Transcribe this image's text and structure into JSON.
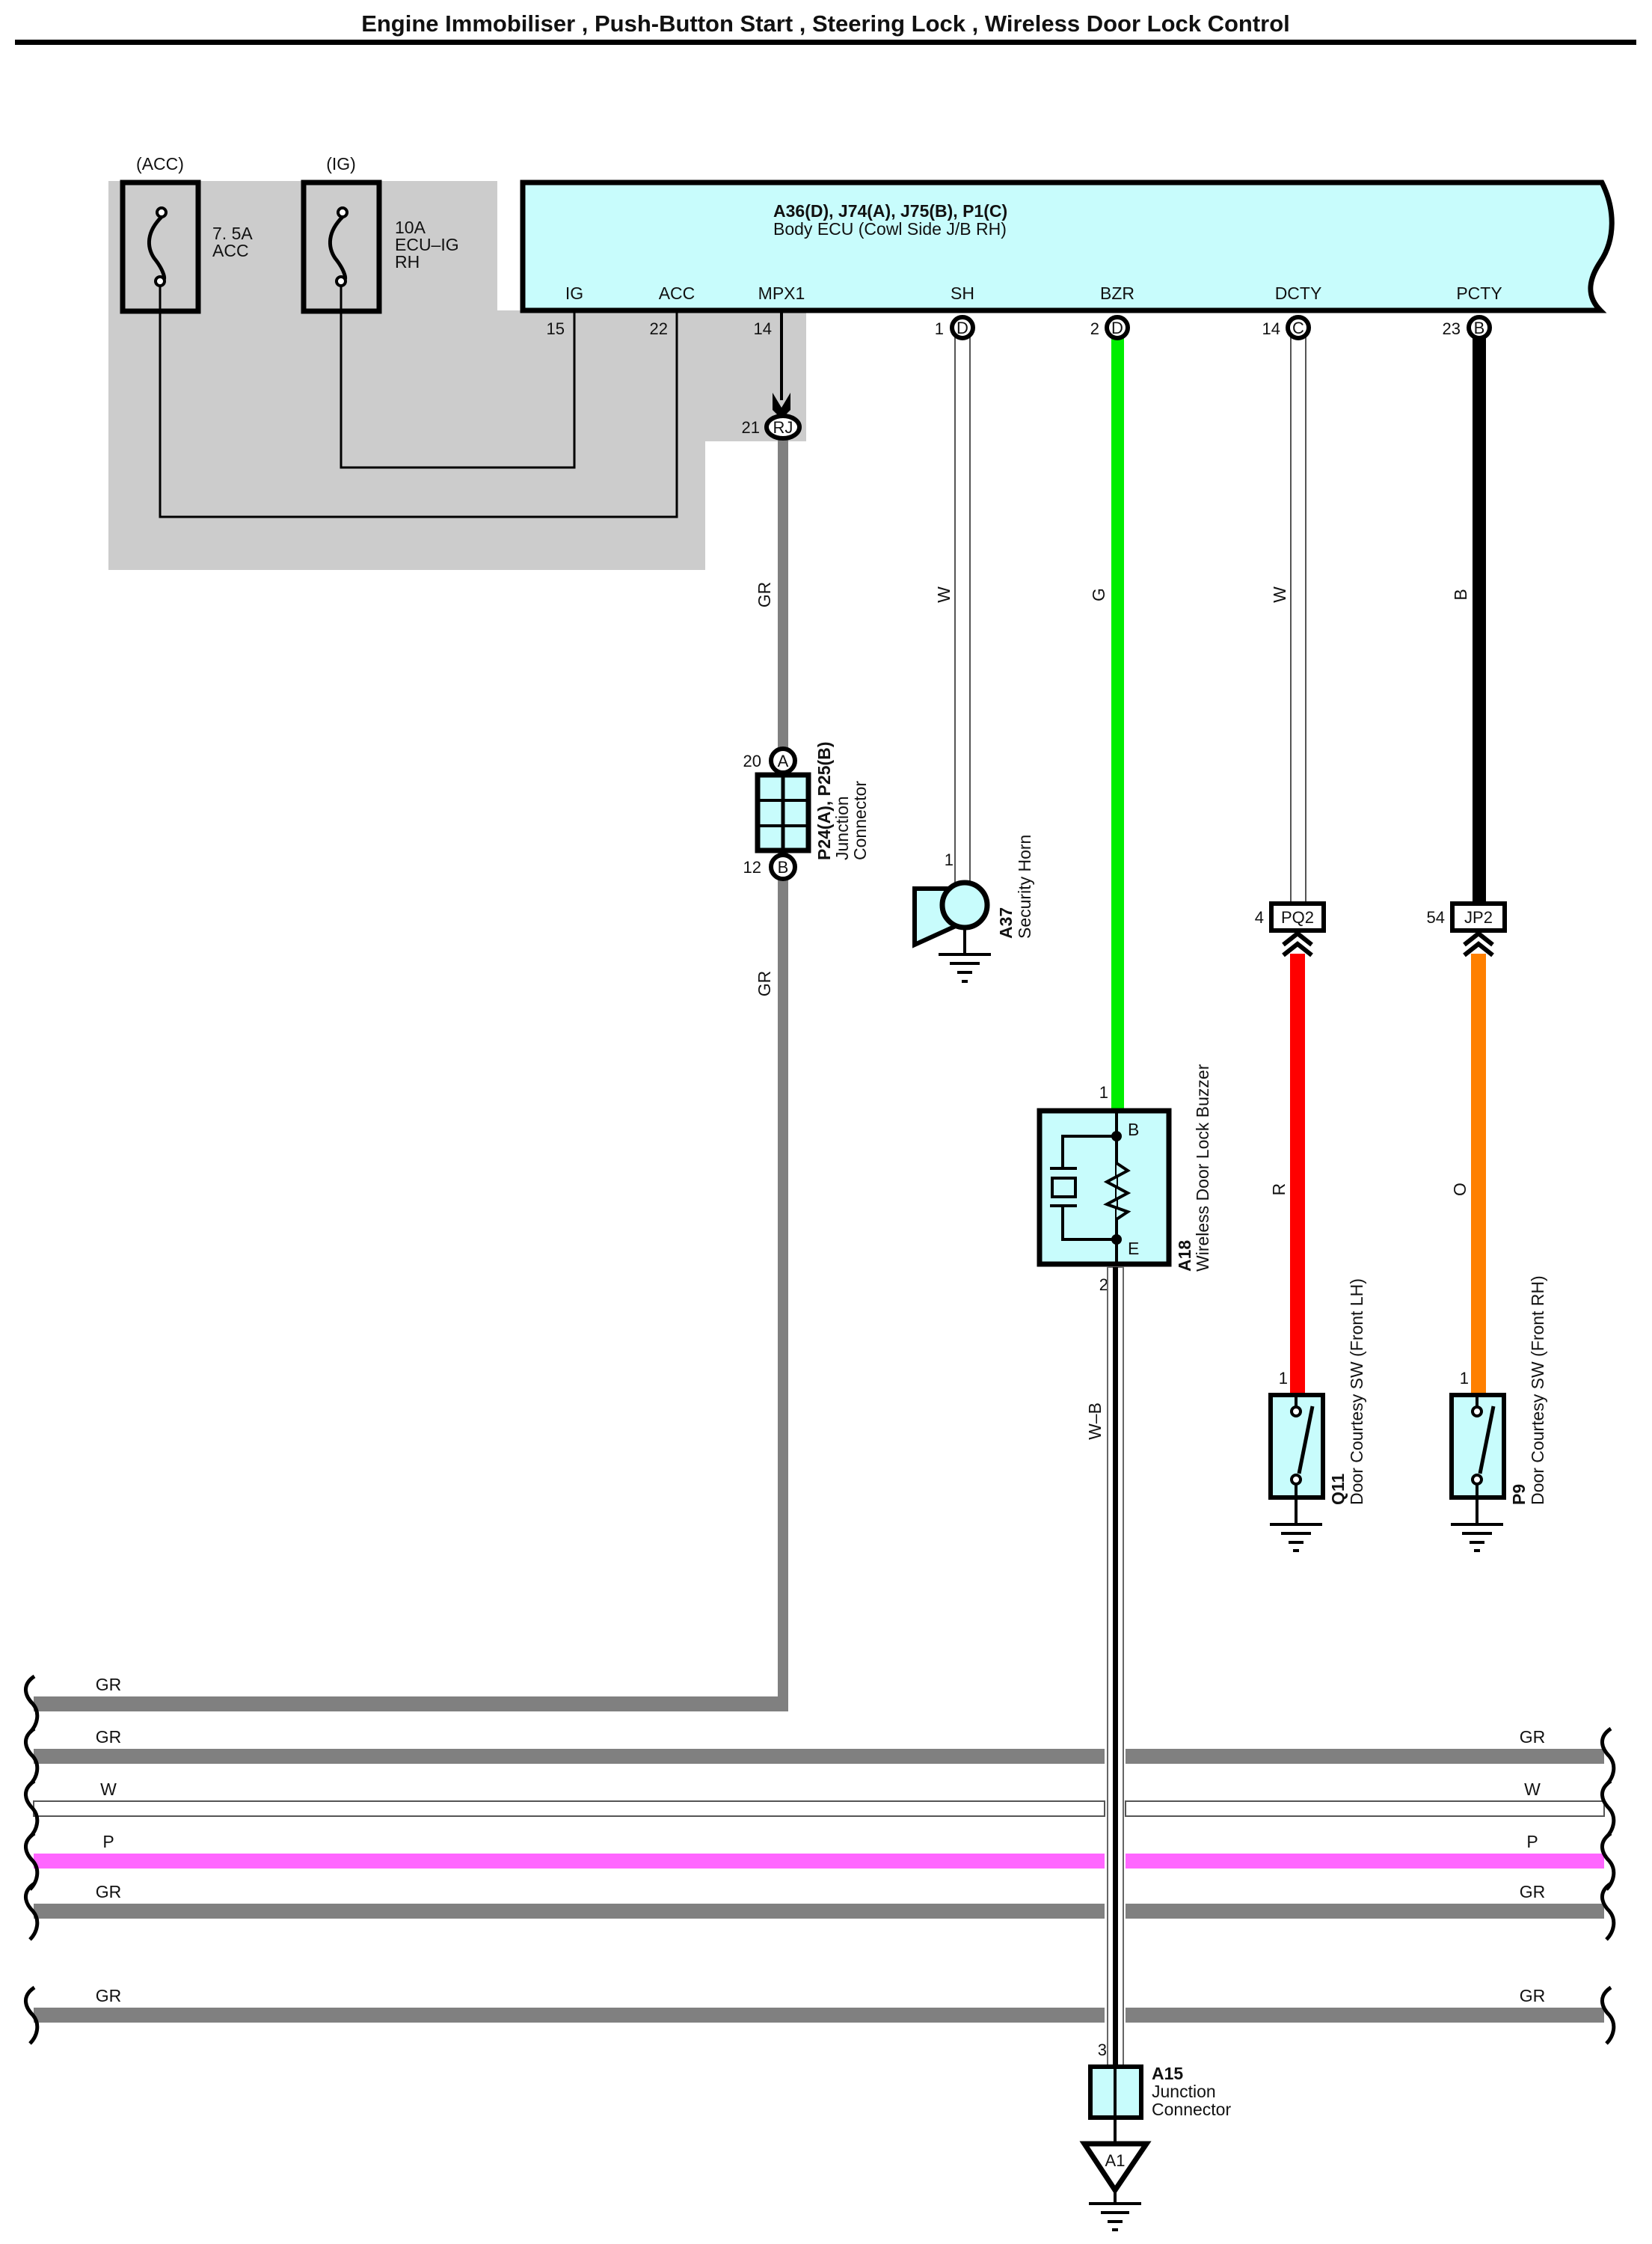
{
  "title": "Engine Immobiliser , Push-Button Start , Steering Lock , Wireless Door Lock Control",
  "colors": {
    "component_fill": "#c8fcfc",
    "power_area": "#cccccc",
    "wire_gr": "#808080",
    "wire_g": "#00ee00",
    "wire_b": "#000000",
    "wire_r": "#ff0000",
    "wire_o": "#ff8000",
    "wire_p": "#ff66ff",
    "wire_w": "#ffffff"
  },
  "fuses": [
    {
      "source": "(ACC)",
      "rating": "7. 5A",
      "name": "ACC",
      "name2": ""
    },
    {
      "source": "(IG)",
      "rating": "10A",
      "name": "ECU–IG",
      "name2": "RH"
    }
  ],
  "body_ecu": {
    "connectors": "A36(D), J74(A), J75(B), P1(C)",
    "name": "Body ECU (Cowl Side J/B RH)",
    "terminals": [
      {
        "label": "IG",
        "pin": "15",
        "conn": ""
      },
      {
        "label": "ACC",
        "pin": "22",
        "conn": ""
      },
      {
        "label": "MPX1",
        "pin": "14",
        "conn": ""
      },
      {
        "label": "SH",
        "pin": "1",
        "conn": "D"
      },
      {
        "label": "BZR",
        "pin": "2",
        "conn": "D"
      },
      {
        "label": "DCTY",
        "pin": "14",
        "conn": "C"
      },
      {
        "label": "PCTY",
        "pin": "23",
        "conn": "B"
      }
    ]
  },
  "rj_connector": {
    "pin": "21",
    "label": "RJ"
  },
  "wire_labels": {
    "mpx1_upper": "GR",
    "mpx1_lower": "GR",
    "sh": "W",
    "bzr": "G",
    "dcty_upper": "W",
    "pcty_upper": "B",
    "dcty_lower": "R",
    "pcty_lower": "O",
    "buzzer_ground": "W–B"
  },
  "junction_p24": {
    "id": "P24(A), P25(B)",
    "name1": "Junction",
    "name2": "Connector",
    "pin_top": "20",
    "conn_top": "A",
    "pin_bottom": "12",
    "conn_bottom": "B"
  },
  "security_horn": {
    "id": "A37",
    "name": "Security Horn",
    "pin": "1"
  },
  "buzzer": {
    "id": "A18",
    "name": "Wireless Door Lock Buzzer",
    "pin_in": "1",
    "pin_out": "2",
    "term_b": "B",
    "term_e": "E"
  },
  "inline_connectors": [
    {
      "pin": "4",
      "label": "PQ2"
    },
    {
      "pin": "54",
      "label": "JP2"
    }
  ],
  "door_switches": [
    {
      "id": "Q11",
      "name": "Door Courtesy SW (Front LH)",
      "pin": "1"
    },
    {
      "id": "P9",
      "name": "Door Courtesy SW (Front RH)",
      "pin": "1"
    }
  ],
  "junction_a15": {
    "id": "A15",
    "name1": "Junction",
    "name2": "Connector",
    "pin": "3"
  },
  "ground_point": {
    "label": "A1"
  },
  "bus_wires": [
    {
      "left_label": "GR",
      "right_label": "",
      "color": "GR"
    },
    {
      "left_label": "GR",
      "right_label": "GR",
      "color": "GR"
    },
    {
      "left_label": "W",
      "right_label": "W",
      "color": "W"
    },
    {
      "left_label": "P",
      "right_label": "P",
      "color": "P"
    },
    {
      "left_label": "GR",
      "right_label": "GR",
      "color": "GR"
    },
    {
      "left_label": "GR",
      "right_label": "GR",
      "color": "GR"
    }
  ]
}
